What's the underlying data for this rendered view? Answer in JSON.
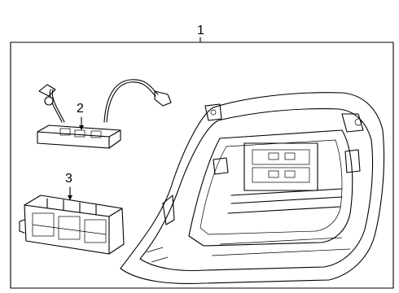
{
  "callouts": {
    "part_1": "1",
    "part_2": "2",
    "part_3": "3"
  }
}
